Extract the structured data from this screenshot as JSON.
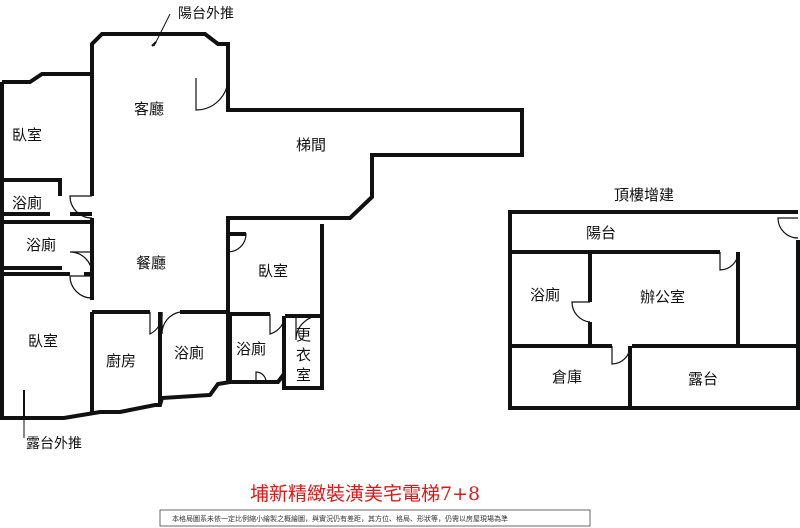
{
  "main_floor": {
    "balcony_push": "陽台外推",
    "living_room": "客廳",
    "stairwell": "梯間",
    "bedroom_top_left": "臥室",
    "bathroom_small": "浴廁",
    "bathroom_left": "浴廁",
    "dining_room": "餐廳",
    "bedroom_mid": "臥室",
    "bedroom_bottom_left": "臥室",
    "kitchen": "廚房",
    "bathroom_bottom": "浴廁",
    "bathroom_right": "浴廁",
    "closet_char1": "更",
    "closet_char2": "衣",
    "closet_char3": "室",
    "terrace_push": "露台外推"
  },
  "rooftop": {
    "heading": "頂樓增建",
    "balcony": "陽台",
    "bathroom": "浴廁",
    "office": "辦公室",
    "storage": "倉庫",
    "terrace": "露台"
  },
  "listing_title": "埔新精緻裝潢美宅電梯7+8",
  "disclaimer": "本格局圖系未依一定比例縮小繪製之概繪圖，與實況仍有差距，其方位、格局、形狀等，仍需以房屋現場為準"
}
